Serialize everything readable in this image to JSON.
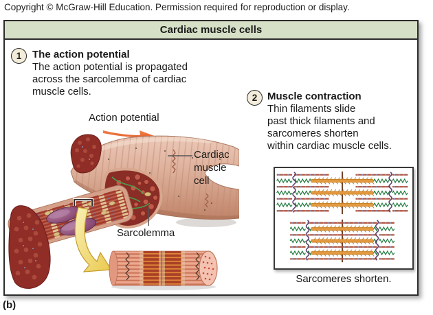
{
  "copyright": "Copyright © McGraw-Hill Education. Permission required for reproduction or display.",
  "panel": {
    "title": "Cardiac muscle cells"
  },
  "step1": {
    "number": "1",
    "heading": "The action potential",
    "lines": [
      "The action potential is propagated",
      "across the sarcolemma of cardiac",
      "muscle cells."
    ]
  },
  "step2": {
    "number": "2",
    "heading": "Muscle contraction",
    "lines": [
      "Thin filaments slide",
      "past thick filaments and",
      "sarcomeres shorten",
      "within cardiac muscle cells."
    ]
  },
  "labels": {
    "action_potential": "Action potential",
    "cardiac_muscle_cell_lines": [
      "Cardiac",
      "muscle",
      "cell"
    ],
    "sarcolemma": "Sarcolemma",
    "sarcomeres_caption": "Sarcomeres shorten.",
    "figure_tag": "(b)"
  },
  "colors": {
    "header_bg": "#d6e0c6",
    "step_circle_bg": "#f3ecda",
    "action_arrow_orange": "#e85c20",
    "zoom_arrow_yellow": "#f0d468",
    "thick_filament": "#e2993f",
    "thin_filament": "#b0503a",
    "titin_spring": "#1e7a3c",
    "z_disc": "#5c4370",
    "muscle_surface": "#dcae98",
    "muscle_interior": "#9e3a2e",
    "nucleus": "#7d4268"
  }
}
